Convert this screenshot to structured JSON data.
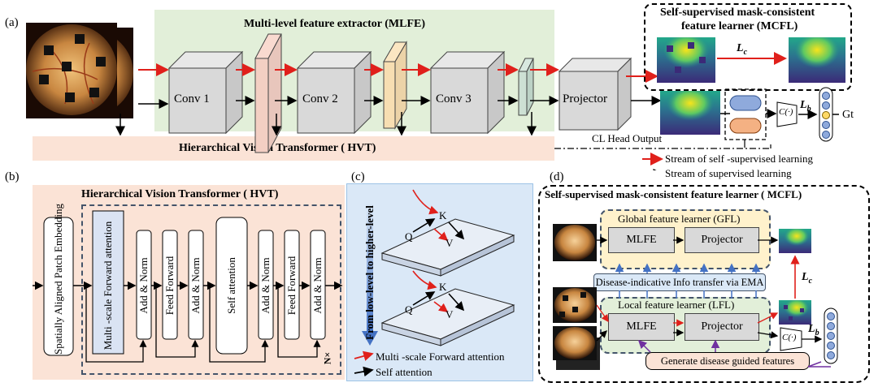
{
  "panels": {
    "a": {
      "label": "(a)",
      "mlfe_title": "Multi-level feature extractor (MLFE)",
      "conv1": "Conv 1",
      "conv2": "Conv 2",
      "conv3": "Conv 3",
      "projector": "Projector",
      "hvt_bar": "Hierarchical Vision Transformer (  HVT)",
      "mcfl_title_1": "Self-supervised mask-consistent",
      "mcfl_title_2": "feature learner (MCFL)",
      "lc": "L",
      "lc_sub": "c",
      "lb": "L",
      "lb_sub": "b",
      "c_func": "C(·)",
      "gt": "Gt",
      "cl_head": "CL Head Output",
      "legend_red": "Stream of self -supervised learning",
      "legend_black": "Stream of supervised learning"
    },
    "b": {
      "label": "(b)",
      "title": "Hierarchical Vision Transformer (  HVT)",
      "patch_embed": "Spatially Aligned Patch Embedding",
      "msfa": "Multi -scale Forward attention",
      "add_norm": "Add & Norm",
      "feed_forward": "Feed Forward",
      "self_attention": "Self attention",
      "nx": "N×"
    },
    "c": {
      "label": "(c)",
      "axis_text": "From  low-level to higher-level",
      "k": "K",
      "q": "Q",
      "v": "V",
      "legend_red": "Multi -scale Forward attention",
      "legend_black": "Self attention"
    },
    "d": {
      "label": "(d)",
      "title": "Self-supervised mask-consistent feature learner ( MCFL)",
      "gfl": "Global feature learner (GFL)",
      "lfl": "Local feature learner (LFL)",
      "mlfe": "MLFE",
      "projector": "Projector",
      "ema": "Disease-indicative Info transfer via EMA",
      "lc": "L",
      "lc_sub": "c",
      "lb": "L",
      "lb_sub": "b",
      "c_func": "C(·)",
      "generate": "Generate disease guided features"
    }
  },
  "colors": {
    "mlfe_bg": "#e2efd9",
    "hvt_bg": "#fbe3d6",
    "c_bg": "#dae8f7",
    "gfl_bg": "#fff2cc",
    "lfl_bg": "#e2efd9",
    "arrow_red": "#e0201b",
    "blue_arrow": "#4472c4",
    "msfa_box": "#dae3f3",
    "purple": "#7030a0"
  }
}
